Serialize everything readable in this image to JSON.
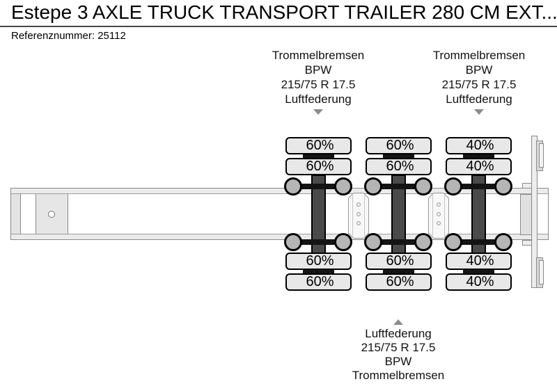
{
  "header": {
    "title": "Estepe 3 AXLE TRUCK TRANSPORT TRAILER 280 CM EXT...",
    "reference": "Referenznummer: 25112"
  },
  "callouts": {
    "axle1": {
      "pointer": "down",
      "lines": [
        "Trommelbremsen",
        "BPW",
        "215/75 R 17.5",
        "Luftfederung"
      ]
    },
    "axle3": {
      "pointer": "down",
      "lines": [
        "Trommelbremsen",
        "BPW",
        "215/75 R 17.5",
        "Luftfederung"
      ]
    },
    "axle2": {
      "pointer": "up",
      "lines": [
        "Luftfederung",
        "215/75 R 17.5",
        "BPW",
        "Trommelbremsen"
      ]
    }
  },
  "axles": [
    {
      "id": "axle-1",
      "tires": {
        "top_outer": "60%",
        "top_inner": "60%",
        "bottom_inner": "60%",
        "bottom_outer": "60%"
      }
    },
    {
      "id": "axle-2",
      "tires": {
        "top_outer": "60%",
        "top_inner": "60%",
        "bottom_inner": "60%",
        "bottom_outer": "60%"
      }
    },
    {
      "id": "axle-3",
      "tires": {
        "top_outer": "40%",
        "top_inner": "40%",
        "bottom_inner": "40%",
        "bottom_outer": "40%"
      }
    }
  ],
  "colors": {
    "tire_box_fill": "#e8e8e8",
    "axle_beam": "#4a4a4a",
    "hub_fill": "#b5b5b5",
    "frame_outline": "#8a8a8a",
    "rail_fill": "#ebebeb",
    "pointer_marker": "#8c8c8c",
    "divider": "#474747"
  }
}
